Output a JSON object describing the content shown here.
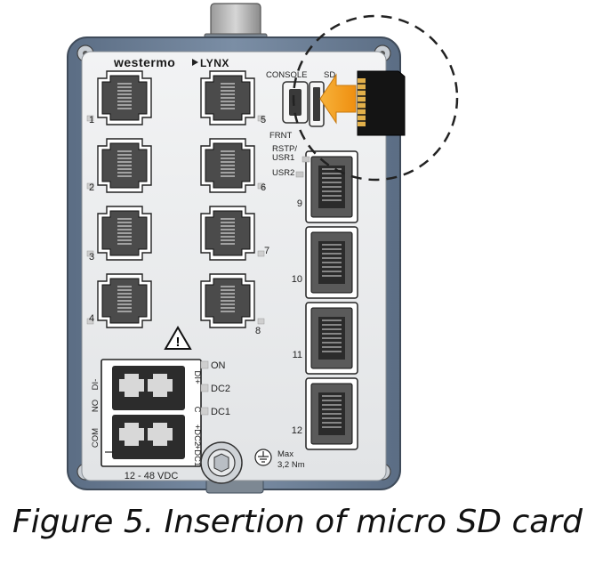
{
  "brand": "westermo",
  "product": "LYNX",
  "sd_port_labels": {
    "console": "CONSOLE",
    "sd": "SD"
  },
  "led_labels": {
    "frnt": "FRNT",
    "rstp_line1": "RSTP/",
    "rstp_line2": "USR1",
    "usr2": "USR2"
  },
  "rj45_ports": [
    "1",
    "2",
    "3",
    "4",
    "5",
    "6",
    "7",
    "8"
  ],
  "sfp_ports": [
    "9",
    "10",
    "11",
    "12"
  ],
  "power_leds": [
    "ON",
    "DC2",
    "DC1"
  ],
  "terminal_labels": {
    "di_minus": "DI-",
    "no": "NO",
    "com": "COM",
    "di_plus": "DI+",
    "c": "C",
    "dc2": "+DC2",
    "dc1": "+DC1"
  },
  "power_rating": "12 - 48 VDC",
  "ground_label_line1": "Max",
  "ground_label_line2": "3,2 Nm",
  "warning_symbol": "!",
  "caption": "Figure 5. Insertion of micro SD card",
  "colors": {
    "housing": "#6a7c93",
    "faceplate": "#eceeef",
    "arrow": "#f5a21b",
    "port_fill": "#4b4b4b"
  },
  "icons": [
    "warning-triangle-icon",
    "ground-icon",
    "screw-icon",
    "arrow-right-icon",
    "sd-card-icon"
  ]
}
